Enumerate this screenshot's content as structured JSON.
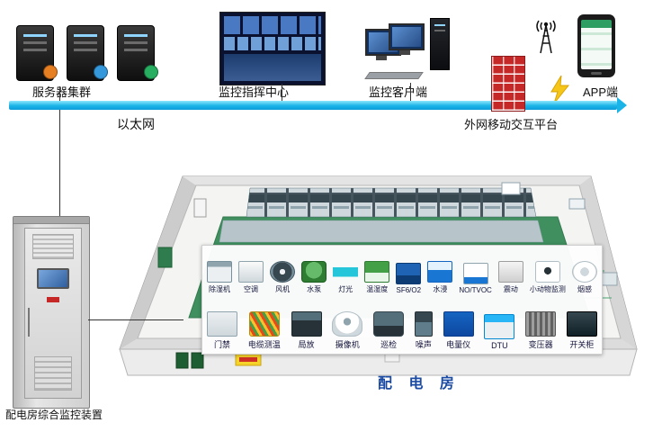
{
  "top": {
    "server_cluster_label": "服务器集群",
    "command_center_label": "监控指挥中心",
    "client_label": "监控客户端",
    "app_label": "APP端"
  },
  "network": {
    "ethernet_label": "以太网",
    "external_platform_label": "外网移动交互平台"
  },
  "cabinet": {
    "label": "配电房综合监控装置"
  },
  "room": {
    "label": "配 电 房",
    "equipment_row1": [
      {
        "name": "dehumidifier",
        "label": "除湿机"
      },
      {
        "name": "air-conditioner",
        "label": "空调"
      },
      {
        "name": "fan",
        "label": "风机"
      },
      {
        "name": "water-pump",
        "label": "水泵"
      },
      {
        "name": "lighting",
        "label": "灯光"
      },
      {
        "name": "temp-humidity",
        "label": "温湿度"
      },
      {
        "name": "sf6-o2",
        "label": "SF6/O2"
      },
      {
        "name": "water-leak",
        "label": "水浸"
      },
      {
        "name": "no-tvoc",
        "label": "NO/TVOC"
      },
      {
        "name": "vibration",
        "label": "震动"
      },
      {
        "name": "animal-monitor",
        "label": "小动物监测"
      },
      {
        "name": "smoke-sensor",
        "label": "烟感"
      }
    ],
    "equipment_row2": [
      {
        "name": "access-control",
        "label": "门禁"
      },
      {
        "name": "cable-temp",
        "label": "电缆测温"
      },
      {
        "name": "partial-discharge",
        "label": "局放"
      },
      {
        "name": "camera",
        "label": "摄像机"
      },
      {
        "name": "inspection-robot",
        "label": "巡检"
      },
      {
        "name": "noise",
        "label": "噪声"
      },
      {
        "name": "power-meter",
        "label": "电量仪"
      },
      {
        "name": "dtu",
        "label": "DTU"
      },
      {
        "name": "transformer",
        "label": "变压器"
      },
      {
        "name": "switchgear",
        "label": "开关柜"
      }
    ]
  },
  "colors": {
    "ethernet_bar": "#1ab4e8",
    "room_floor_green": "#3f8f5f",
    "firewall_red": "#c62828",
    "room_label_blue": "#1b4aa2"
  }
}
